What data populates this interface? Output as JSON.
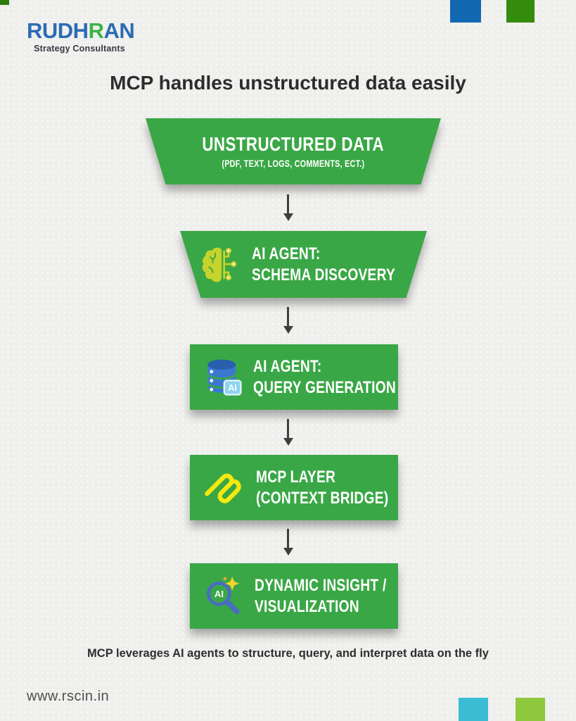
{
  "brand": {
    "logo_part1": "RUDH",
    "logo_part2": "R",
    "logo_part3": "AN",
    "tagline": "Strategy Consultants"
  },
  "title": "MCP handles unstructured data easily",
  "funnel": {
    "steps": [
      {
        "shape": "trapezoid",
        "icon": "none",
        "line1": "UNSTRUCTURED DATA",
        "line2": "(PDF, TEXT, LOGS, COMMENTS, ECT.)"
      },
      {
        "shape": "trapezoid",
        "icon": "brain-circuit-icon",
        "line1": "AI AGENT:",
        "line2": "SCHEMA DISCOVERY"
      },
      {
        "shape": "rectangle",
        "icon": "database-ai-icon",
        "line1": "AI AGENT:",
        "line2": "QUERY GENERATION"
      },
      {
        "shape": "rectangle",
        "icon": "mcp-logo-icon",
        "line1": "MCP LAYER",
        "line2": "(CONTEXT BRIDGE)"
      },
      {
        "shape": "rectangle",
        "icon": "magnifier-ai-icon",
        "line1": "DYNAMIC INSIGHT /",
        "line2": "VISUALIZATION"
      }
    ]
  },
  "icons": {
    "db_ai_label": "AI",
    "magnifier_ai_label": "AI"
  },
  "footer_note": "MCP leverages AI agents to structure, query, and interpret data on the fly",
  "website": "www.rscin.in",
  "colors": {
    "background": "#efefed",
    "step_green": "#3aa746",
    "logo_blue": "#2c6bb3",
    "logo_green": "#3db249",
    "accent_blue_square": "#1268b0",
    "accent_green_square": "#348c0d",
    "accent_cyan_square": "#3bbdd6",
    "accent_lime_square": "#8fc73d",
    "brain_icon_yellow_green": "#c6d32b",
    "mcp_icon_yellow": "#f6e90e",
    "database_icon_blue": "#3b79d1",
    "ai_chip_light_blue": "#8fd3ef",
    "magnifier_blue": "#4a6cc3",
    "sparkle_yellow": "#f2d327",
    "arrow_gray": "#3e3e3e",
    "title_text": "#2d2d2d"
  }
}
